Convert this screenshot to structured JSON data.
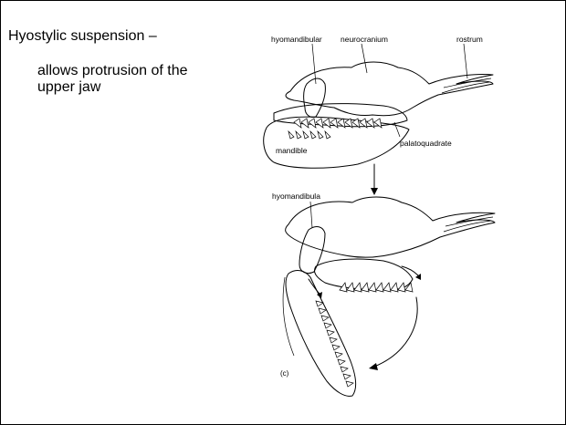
{
  "slide": {
    "title": "Hyostylic suspension –",
    "bullet": "allows protrusion of the upper jaw"
  },
  "figure": {
    "labels": {
      "hyomandibular": "hyomandibular",
      "neurocranium": "neurocranium",
      "rostrum": "rostrum",
      "mandible": "mandible",
      "palatoquadrate": "palatoquadrate",
      "hyomandibula": "hyomandibula",
      "panel": "(c)"
    }
  }
}
